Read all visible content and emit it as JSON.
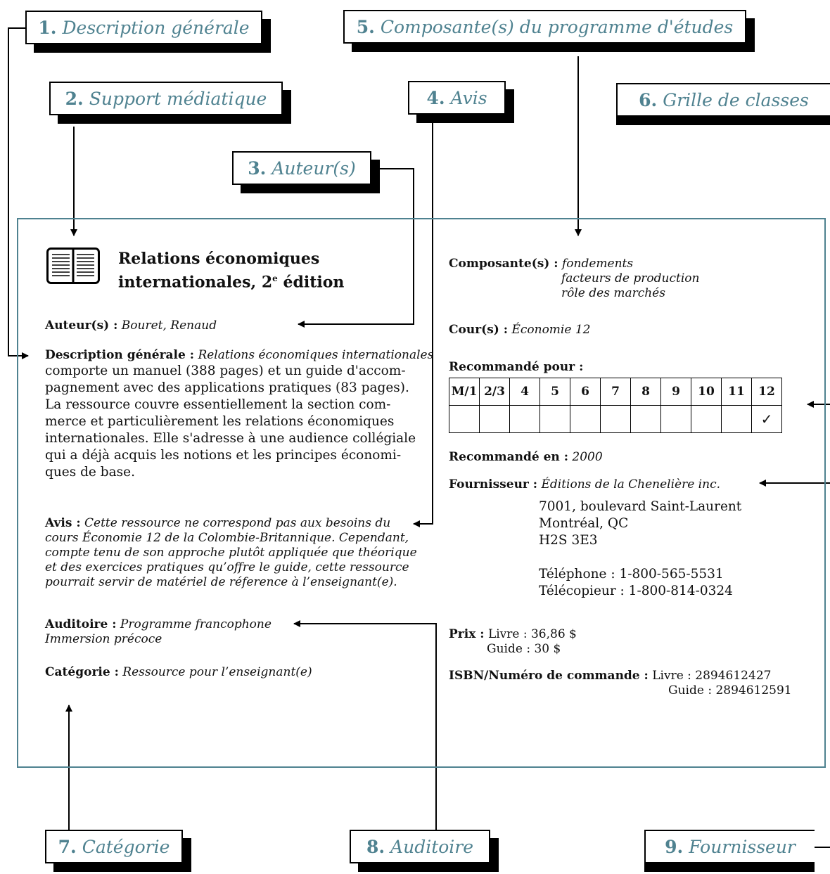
{
  "callouts": [
    {
      "num": "1.",
      "text": "Description générale"
    },
    {
      "num": "2.",
      "text": "Support médiatique"
    },
    {
      "num": "3.",
      "text": "Auteur(s)"
    },
    {
      "num": "4.",
      "text": "Avis"
    },
    {
      "num": "5.",
      "text": "Composante(s) du programme d'études"
    },
    {
      "num": "6.",
      "text": "Grille de classes"
    },
    {
      "num": "7.",
      "text": "Catégorie"
    },
    {
      "num": "8.",
      "text": "Auditoire"
    },
    {
      "num": "9.",
      "text": "Fournisseur"
    }
  ],
  "resource": {
    "title_line1": "Relations économiques",
    "title_line2": "internationales, 2",
    "title_sup": "e",
    "title_end": " édition",
    "author_label": "Auteur(s) :",
    "author_value": "Bouret, Renaud",
    "desc_label": "Description générale :",
    "desc_italic": "Relations économiques internationales",
    "desc_lines": [
      "comporte un manuel (388 pages) et un guide d'accom-",
      "pagnement avec des applications pratiques (83 pages).",
      "La ressource couvre essentiellement la section com-",
      "merce et particulièrement les relations économiques",
      "internationales. Elle s'adresse à une audience collégiale",
      "qui a déjà acquis les notions et les principes économi-",
      "ques de base."
    ],
    "review_label": "Avis :",
    "review_first": "Cette ressource ne correspond pas aux besoins du",
    "review_lines": [
      "cours Économie 12 de la Colombie-Britannique. Cependant,",
      "compte tenu de son approche plutôt appliquée que théorique",
      "et des exercices pratiques qu’offre le guide, cette ressource",
      "pourrait servir de matériel de réference à l’enseignant(e)."
    ],
    "audience_label": "Auditoire :",
    "audience_values": [
      "Programme francophone",
      "Immersion précoce"
    ],
    "category_label": "Catégorie :",
    "category_value": "Ressource pour l’enseignant(e)",
    "components_label": "Composante(s) :",
    "components": [
      "fondements",
      "facteurs de production",
      "rôle des marchés"
    ],
    "course_label": "Cour(s) :",
    "course_value": "Économie 12",
    "recommended_for_label": "Recommandé pour :",
    "grades": [
      "M/1",
      "2/3",
      "4",
      "5",
      "6",
      "7",
      "8",
      "9",
      "10",
      "11",
      "12"
    ],
    "grade_checks": [
      "",
      "",
      "",
      "",
      "",
      "",
      "",
      "",
      "",
      "",
      "✓"
    ],
    "recommended_in_label": "Recommandé en :",
    "recommended_in_value": "2000",
    "supplier_label": "Fournisseur :",
    "supplier_name": "Éditions de la Chenelière inc.",
    "supplier_address": [
      "7001, boulevard Saint-Laurent",
      "Montréal, QC",
      "H2S 3E3"
    ],
    "supplier_phone": "Téléphone : 1-800-565-5531",
    "supplier_fax": "Télécopieur : 1-800-814-0324",
    "price_label": "Prix :",
    "price_book": "Livre : 36,86 $",
    "price_guide": "Guide : 30 $",
    "isbn_label": "ISBN/Numéro de commande :",
    "isbn_book": "Livre : 2894612427",
    "isbn_guide": "Guide : 2894612591"
  },
  "icons": {
    "media": "open-book-icon",
    "check": "checkmark-icon"
  }
}
